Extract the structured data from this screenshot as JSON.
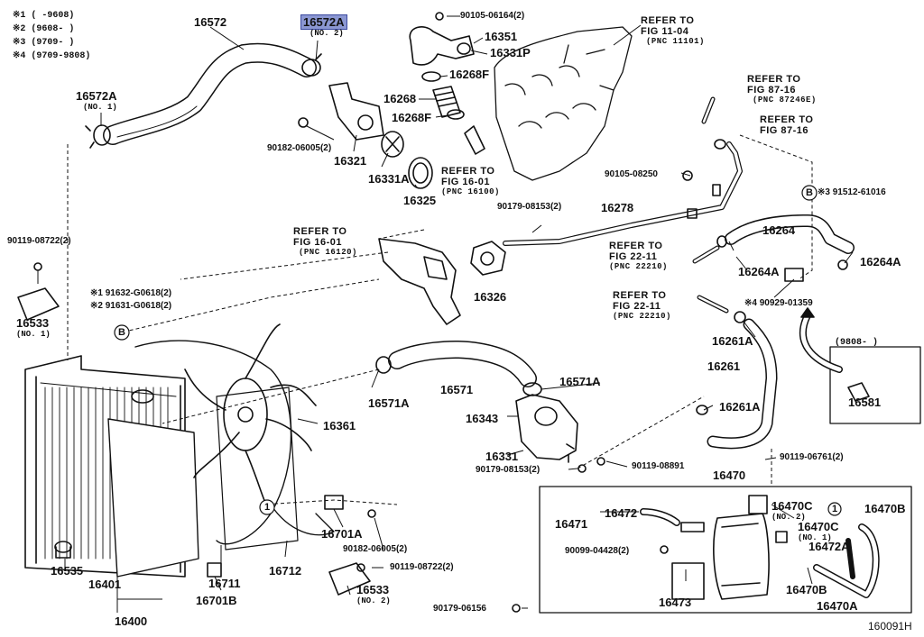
{
  "legend": [
    {
      "mark": "※1",
      "range": "(      -9608)"
    },
    {
      "mark": "※2",
      "range": "(9608-      )"
    },
    {
      "mark": "※3",
      "range": "(9709-      )"
    },
    {
      "mark": "※4",
      "range": "(9709-9808)"
    }
  ],
  "highlight": {
    "code": "16572A",
    "note": "(NO. 2)"
  },
  "parts": {
    "p16572": "16572",
    "p16572A1": "16572A",
    "p16572A1n": "(NO. 1)",
    "p90105_06164": "90105-06164(2)",
    "p16351": "16351",
    "p16331P": "16331P",
    "p16268F_a": "16268F",
    "p16268": "16268",
    "p16268F_b": "16268F",
    "p90182_06005a": "90182-06005(2)",
    "p16321": "16321",
    "p16331A": "16331A",
    "p16325": "16325",
    "p90105_08250": "90105-08250",
    "p90179_08153a": "90179-08153(2)",
    "p16278": "16278",
    "p91512": "※3 91512-61016",
    "p16264": "16264",
    "p16264A_a": "16264A",
    "p16264A_b": "16264A",
    "p90929": "※4 90929-01359",
    "p16261A_a": "16261A",
    "p16261": "16261",
    "p16261A_b": "16261A",
    "p16581": "16581",
    "p16581range": "(9808-      )",
    "p90119_08722a": "90119-08722(2)",
    "p16533a": "16533",
    "p16533an": "(NO. 1)",
    "p91632": "※1 91632-G0618(2)",
    "p91631": "※2 91631-G0618(2)",
    "p16326": "16326",
    "p16571A": "16571A",
    "p16571": "16571",
    "p16571A_b": "16571A",
    "p16361": "16361",
    "p16343": "16343",
    "p16331": "16331",
    "p90179_08153b": "90179-08153(2)",
    "p90119_08891": "90119-08891",
    "p90119_06761": "90119-06761(2)",
    "p16470": "16470",
    "p16472": "16472",
    "p16471": "16471",
    "p16470C2": "16470C",
    "p16470C2n": "(NO. 2)",
    "p16470C1": "16470C",
    "p16470C1n": "(NO. 1)",
    "p16470B_a": "16470B",
    "p16472A": "16472A",
    "p90099": "90099-04428(2)",
    "p16473": "16473",
    "p16470B_b": "16470B",
    "p16470A": "16470A",
    "p90179_06156": "90179-06156",
    "p16701A": "16701A",
    "p90182_06005b": "90182-06005(2)",
    "p90119_08722b": "90119-08722(2)",
    "p16533b": "16533",
    "p16533bn": "(NO. 2)",
    "p16535": "16535",
    "p16401": "16401",
    "p16711": "16711",
    "p16712": "16712",
    "p16701B": "16701B",
    "p16400": "16400"
  },
  "refers": [
    {
      "id": "r1",
      "t": "REFER TO",
      "f": "FIG 11-04",
      "p": "(PNC 11101)"
    },
    {
      "id": "r2",
      "t": "REFER TO",
      "f": "FIG 87-16",
      "p": "(PNC 87246E)"
    },
    {
      "id": "r3",
      "t": "REFER TO",
      "f": "FIG 87-16",
      "p": ""
    },
    {
      "id": "r4",
      "t": "REFER TO",
      "f": "FIG 16-01",
      "p": "(PNC 16100)"
    },
    {
      "id": "r5",
      "t": "REFER TO",
      "f": "FIG 16-01",
      "p": "(PNC 16120)"
    },
    {
      "id": "r6",
      "t": "REFER TO",
      "f": "FIG 22-11",
      "p": "(PNC 22210)"
    },
    {
      "id": "r7",
      "t": "REFER TO",
      "f": "FIG 22-11",
      "p": "(PNC 22210)"
    }
  ],
  "callouts": {
    "B": "B",
    "one": "1"
  },
  "figure_id": "160091H"
}
